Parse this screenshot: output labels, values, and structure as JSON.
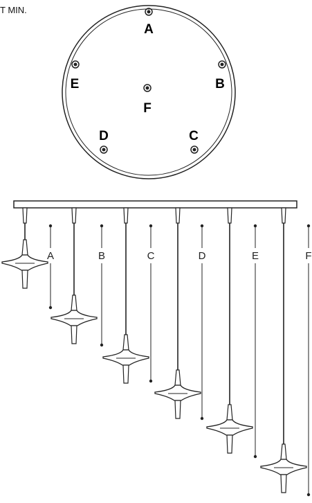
{
  "note": "T MIN.",
  "canopy": {
    "ports": [
      {
        "id": "A",
        "label": "A"
      },
      {
        "id": "B",
        "label": "B"
      },
      {
        "id": "C",
        "label": "C"
      },
      {
        "id": "D",
        "label": "D"
      },
      {
        "id": "E",
        "label": "E"
      },
      {
        "id": "F",
        "label": "F"
      }
    ]
  },
  "drops": [
    {
      "label": "A"
    },
    {
      "label": "B"
    },
    {
      "label": "C"
    },
    {
      "label": "D"
    },
    {
      "label": "E"
    },
    {
      "label": "F"
    }
  ],
  "colors": {
    "line": "#222222",
    "bar_fill": "#ffffff",
    "pendant_fill": "#ffffff"
  }
}
